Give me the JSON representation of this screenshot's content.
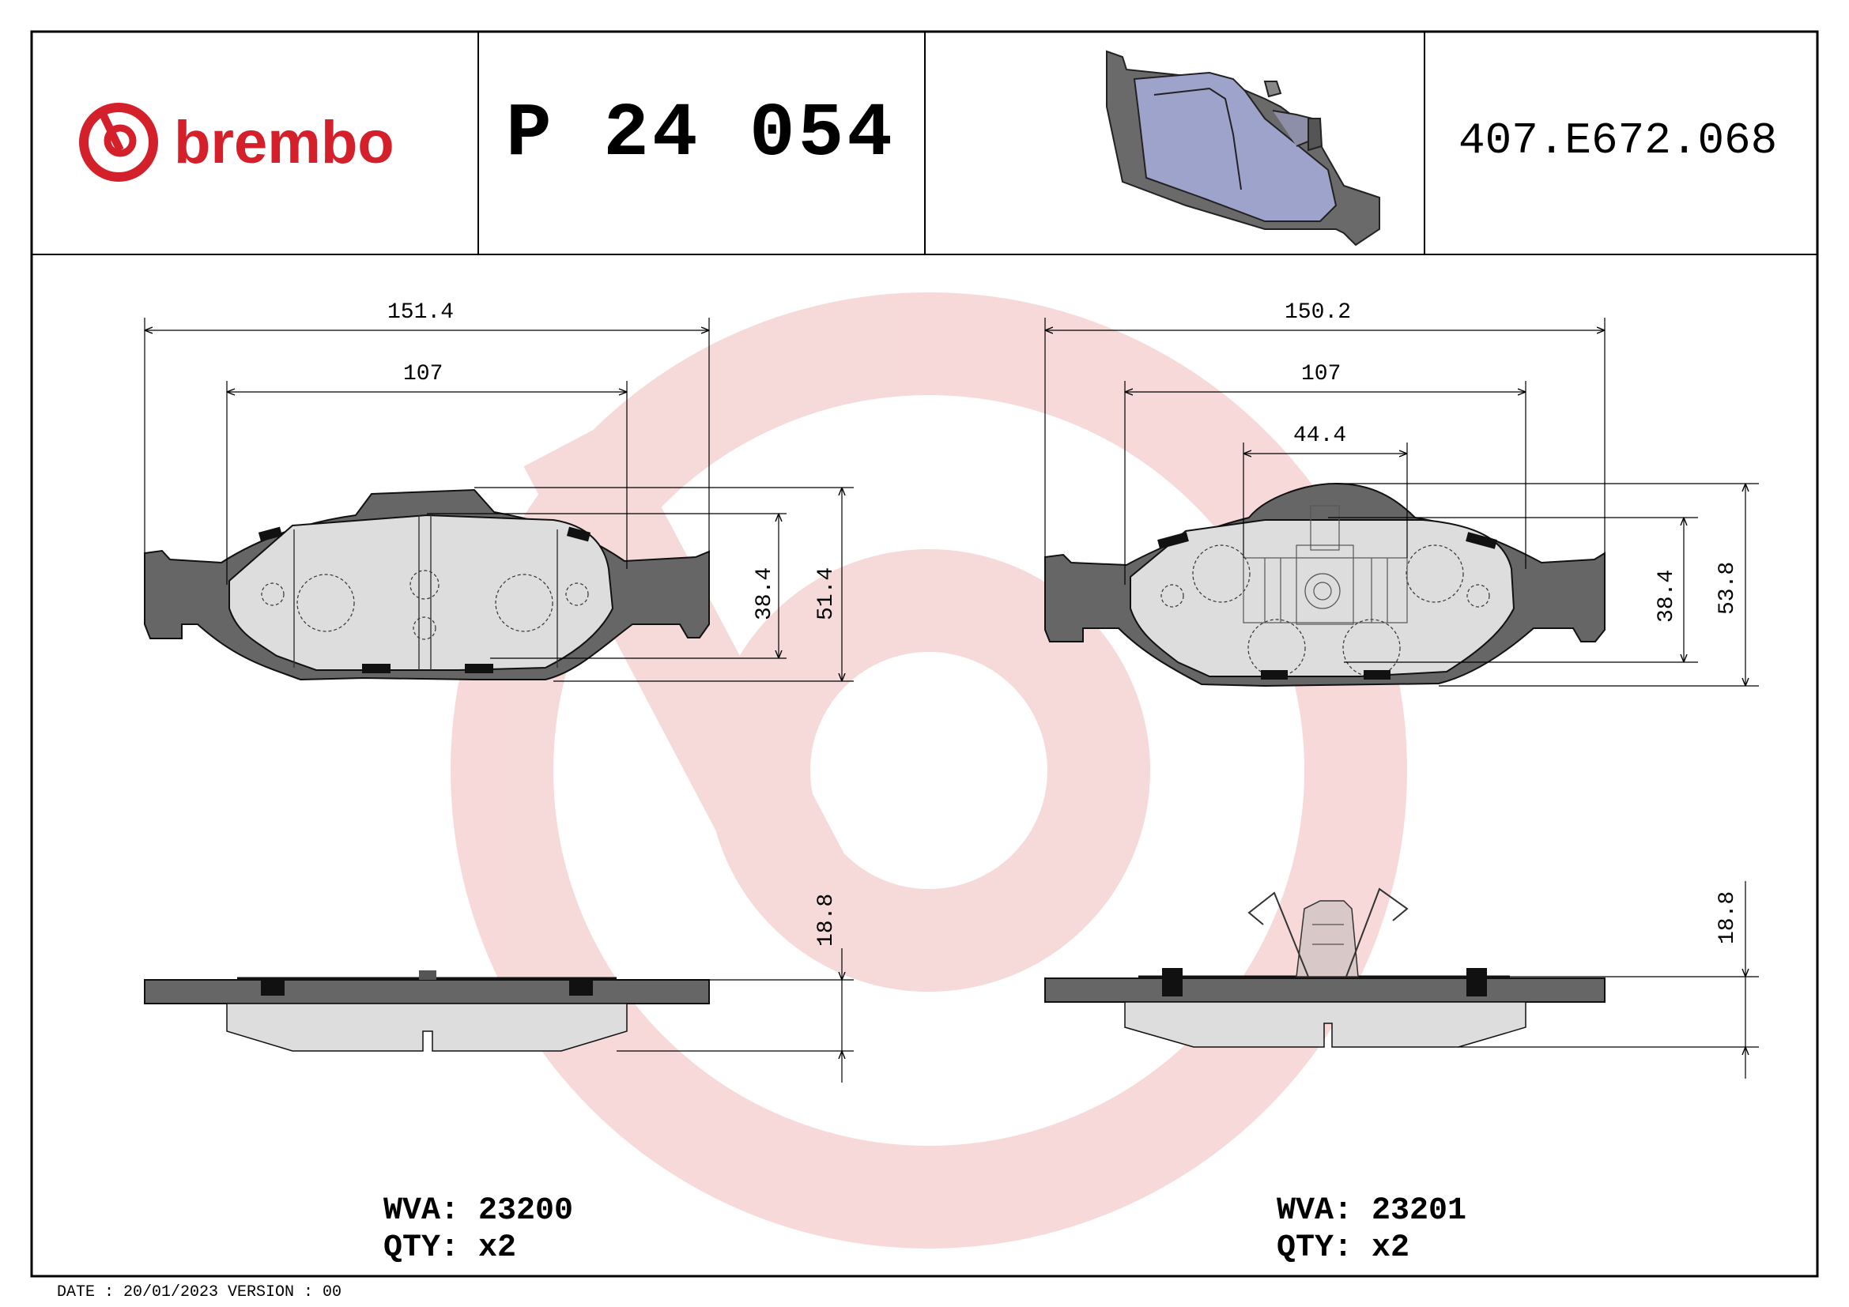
{
  "brand": {
    "name": "brembo",
    "logo_icon": "brembo-logo-icon",
    "color": "#d4202a"
  },
  "header": {
    "part_number": "P 24 054",
    "reference": "407.E672.068"
  },
  "left_view": {
    "dims": {
      "overall_width": "151.4",
      "inner_width": "107",
      "height_a": "38.4",
      "height_b": "51.4",
      "thickness": "18.8"
    },
    "wva": "WVA: 23200",
    "qty": "QTY: x2"
  },
  "right_view": {
    "dims": {
      "overall_width": "150.2",
      "inner_width": "107",
      "clip_width": "44.4",
      "height_a": "38.4",
      "height_b": "53.8",
      "thickness": "18.8"
    },
    "wva": "WVA: 23201",
    "qty": "QTY: x2"
  },
  "footer": {
    "text": "DATE : 20/01/2023 VERSION : 00"
  },
  "colors": {
    "backing_plate": "#666666",
    "friction": "#dddddd",
    "pad_3d": "#9ea3cc",
    "watermark": "#f6d5d5"
  }
}
